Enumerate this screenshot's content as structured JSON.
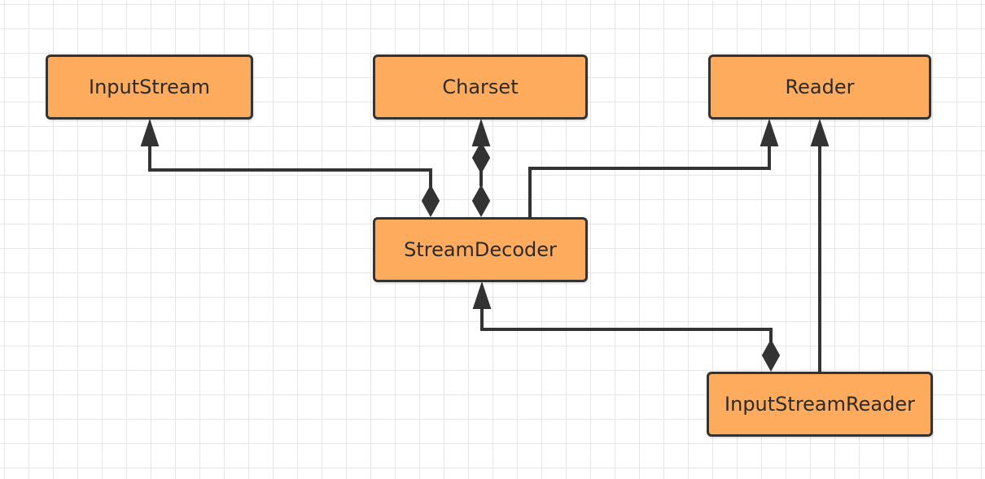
{
  "diagram": {
    "nodes": {
      "inputstream": {
        "label": "InputStream"
      },
      "charset": {
        "label": "Charset"
      },
      "reader": {
        "label": "Reader"
      },
      "streamdecoder": {
        "label": "StreamDecoder"
      },
      "inputstreamreader": {
        "label": "InputStreamReader"
      }
    },
    "edges": [
      {
        "from": "streamdecoder",
        "to": "inputstream",
        "source_end": "diamond",
        "target_end": "arrow"
      },
      {
        "from": "streamdecoder",
        "to": "charset",
        "source_end": "diamond",
        "target_end": "arrow"
      },
      {
        "from": "streamdecoder",
        "to": "reader",
        "source_end": "none",
        "target_end": "arrow"
      },
      {
        "from": "inputstreamreader",
        "to": "streamdecoder",
        "source_end": "diamond",
        "target_end": "arrow"
      },
      {
        "from": "inputstreamreader",
        "to": "reader",
        "source_end": "none",
        "target_end": "arrow"
      }
    ],
    "colors": {
      "node_fill": "#ffab5e",
      "node_border": "#333333",
      "line": "#333333",
      "grid": "#e6e6e6",
      "background": "#ffffff"
    }
  }
}
